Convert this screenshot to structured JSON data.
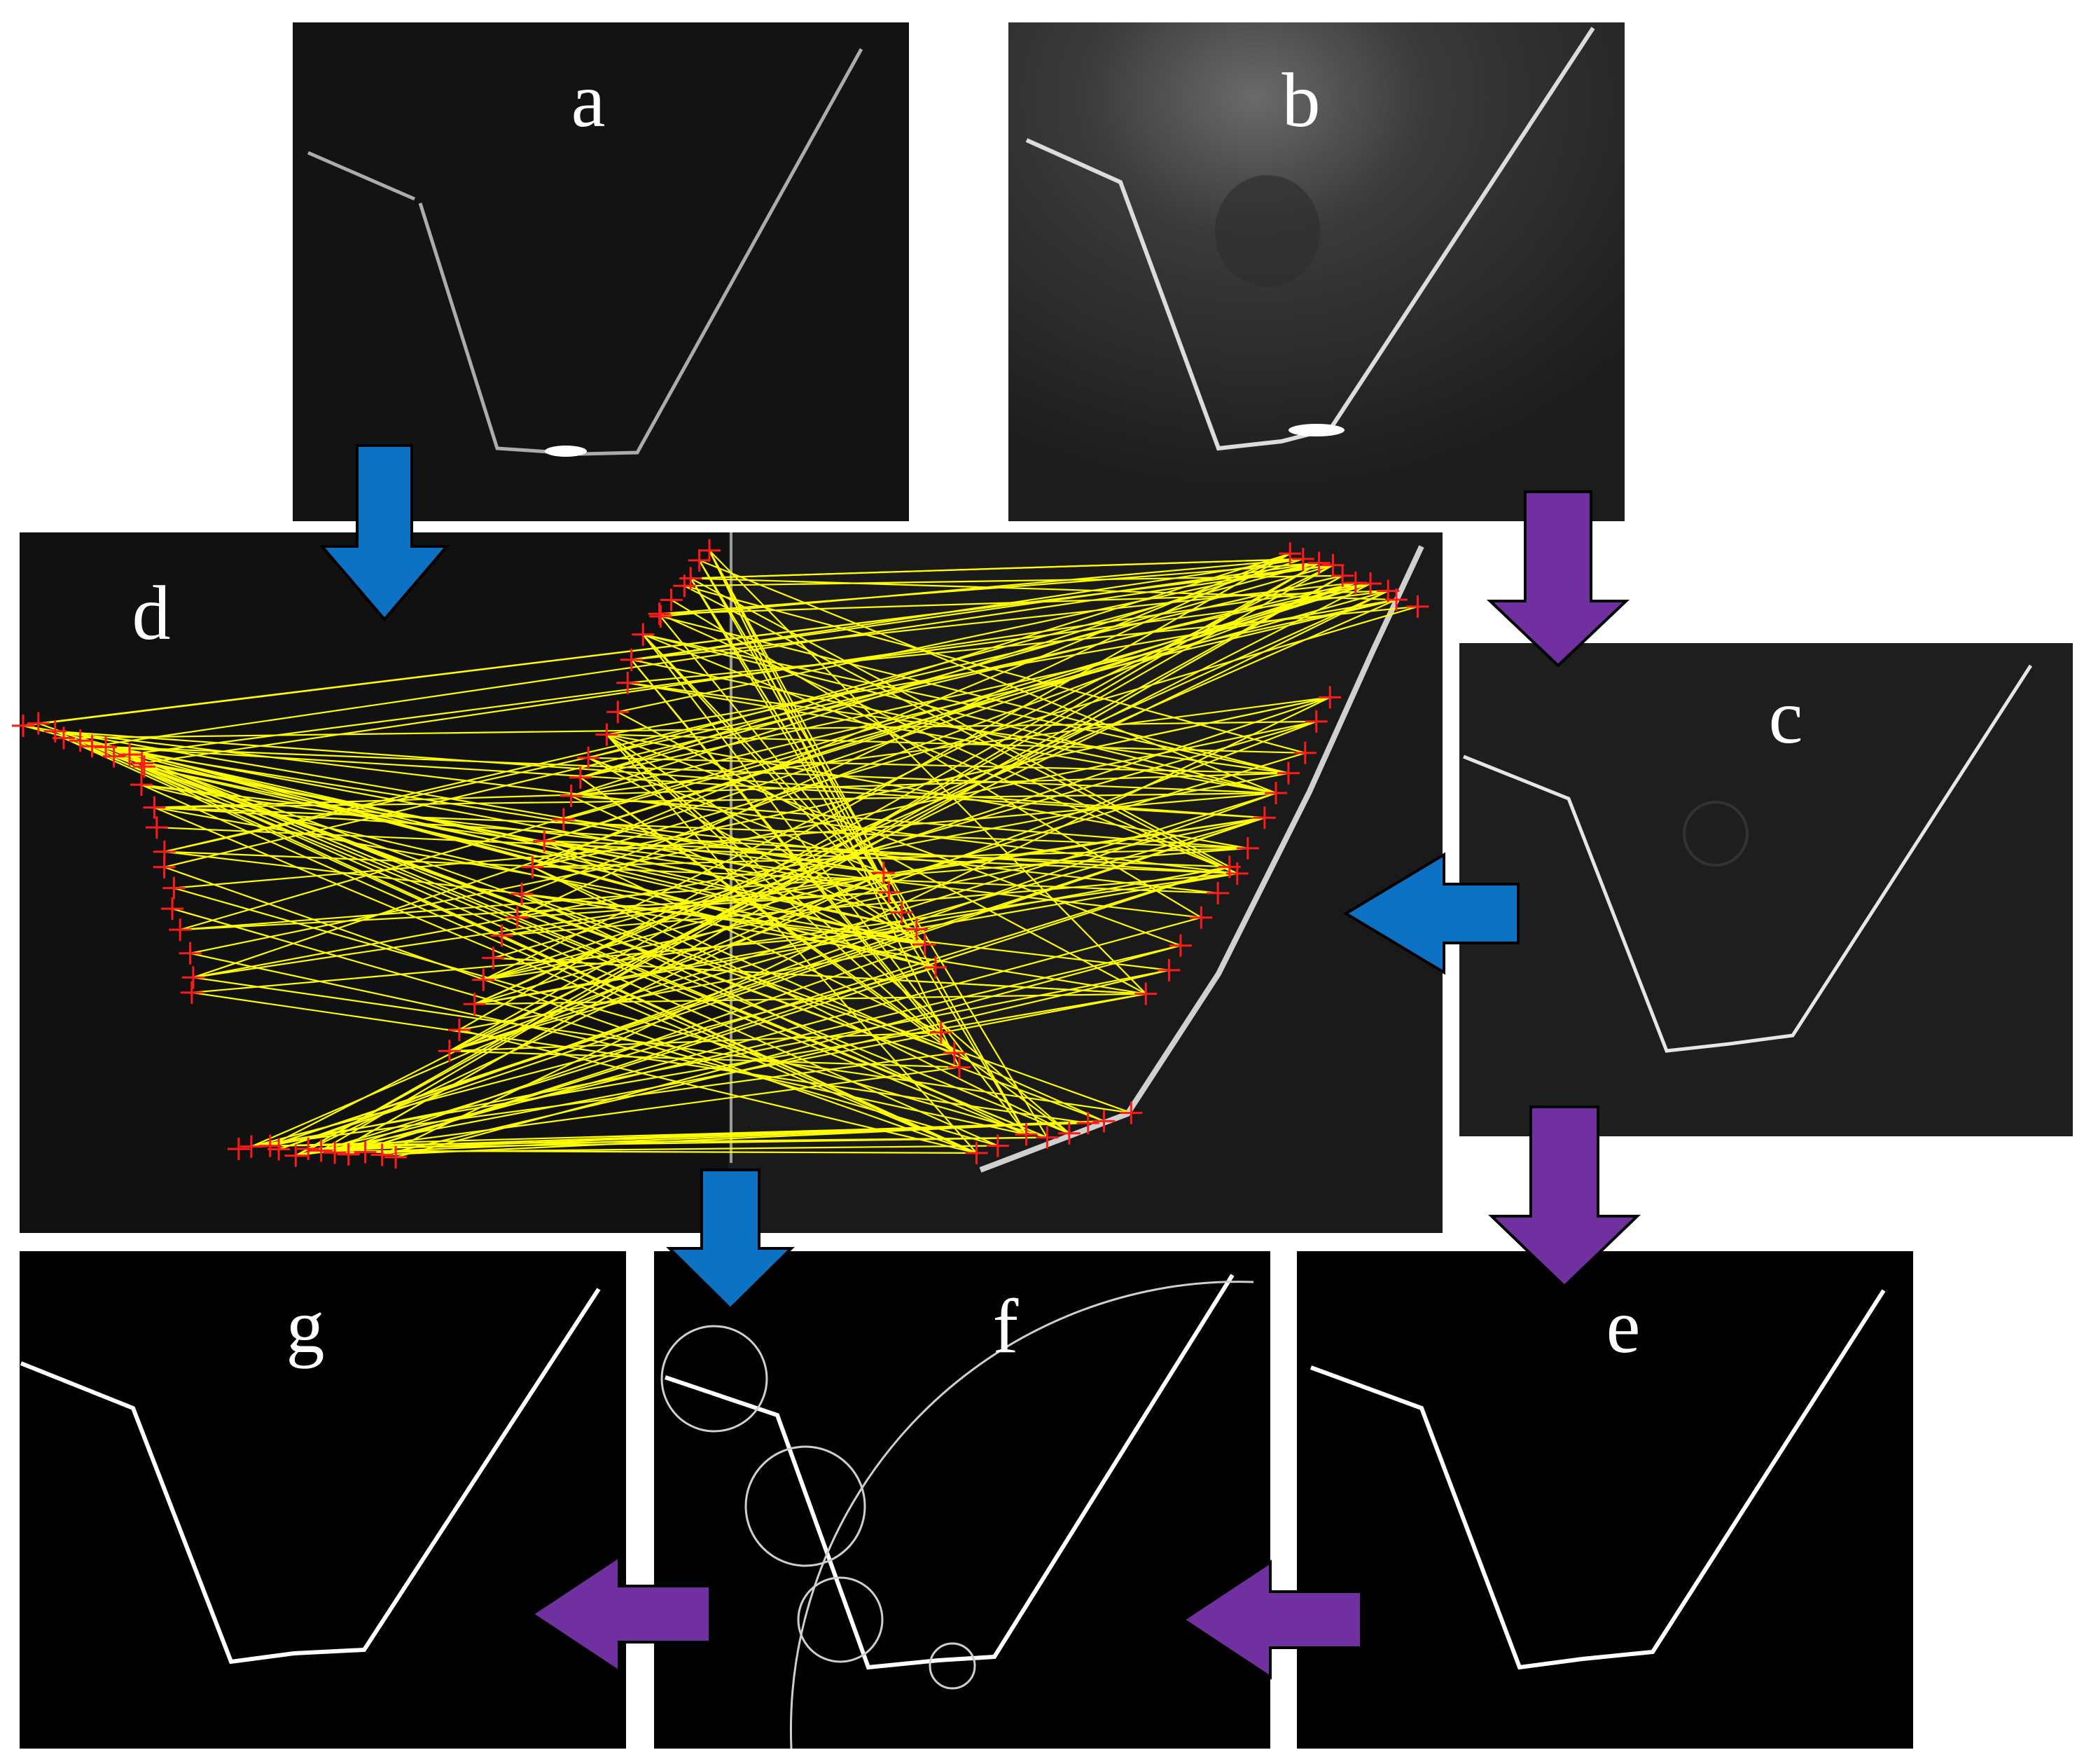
{
  "panels": {
    "a": {
      "label": "a"
    },
    "b": {
      "label": "b"
    },
    "c": {
      "label": "c"
    },
    "d": {
      "label": "d"
    },
    "e": {
      "label": "e"
    },
    "f": {
      "label": "f"
    },
    "g": {
      "label": "g"
    }
  },
  "colors": {
    "background": "#ffffff",
    "panel_dark": "#121212",
    "panel_black": "#000000",
    "edge_line": "#ffffff",
    "arrow_blue": "#0e72c4",
    "arrow_purple": "#7030a0",
    "match_line": "#ffff00",
    "keypoint": "#ff1a1a"
  },
  "icons": {
    "arrow_a_to_d": "blue-down-arrow",
    "arrow_b_to_c": "purple-down-arrow",
    "arrow_c_to_d": "blue-left-arrow",
    "arrow_c_to_e": "purple-down-arrow",
    "arrow_d_to_f": "blue-down-arrow",
    "arrow_e_to_f": "purple-left-arrow",
    "arrow_f_to_g": "purple-left-arrow"
  }
}
